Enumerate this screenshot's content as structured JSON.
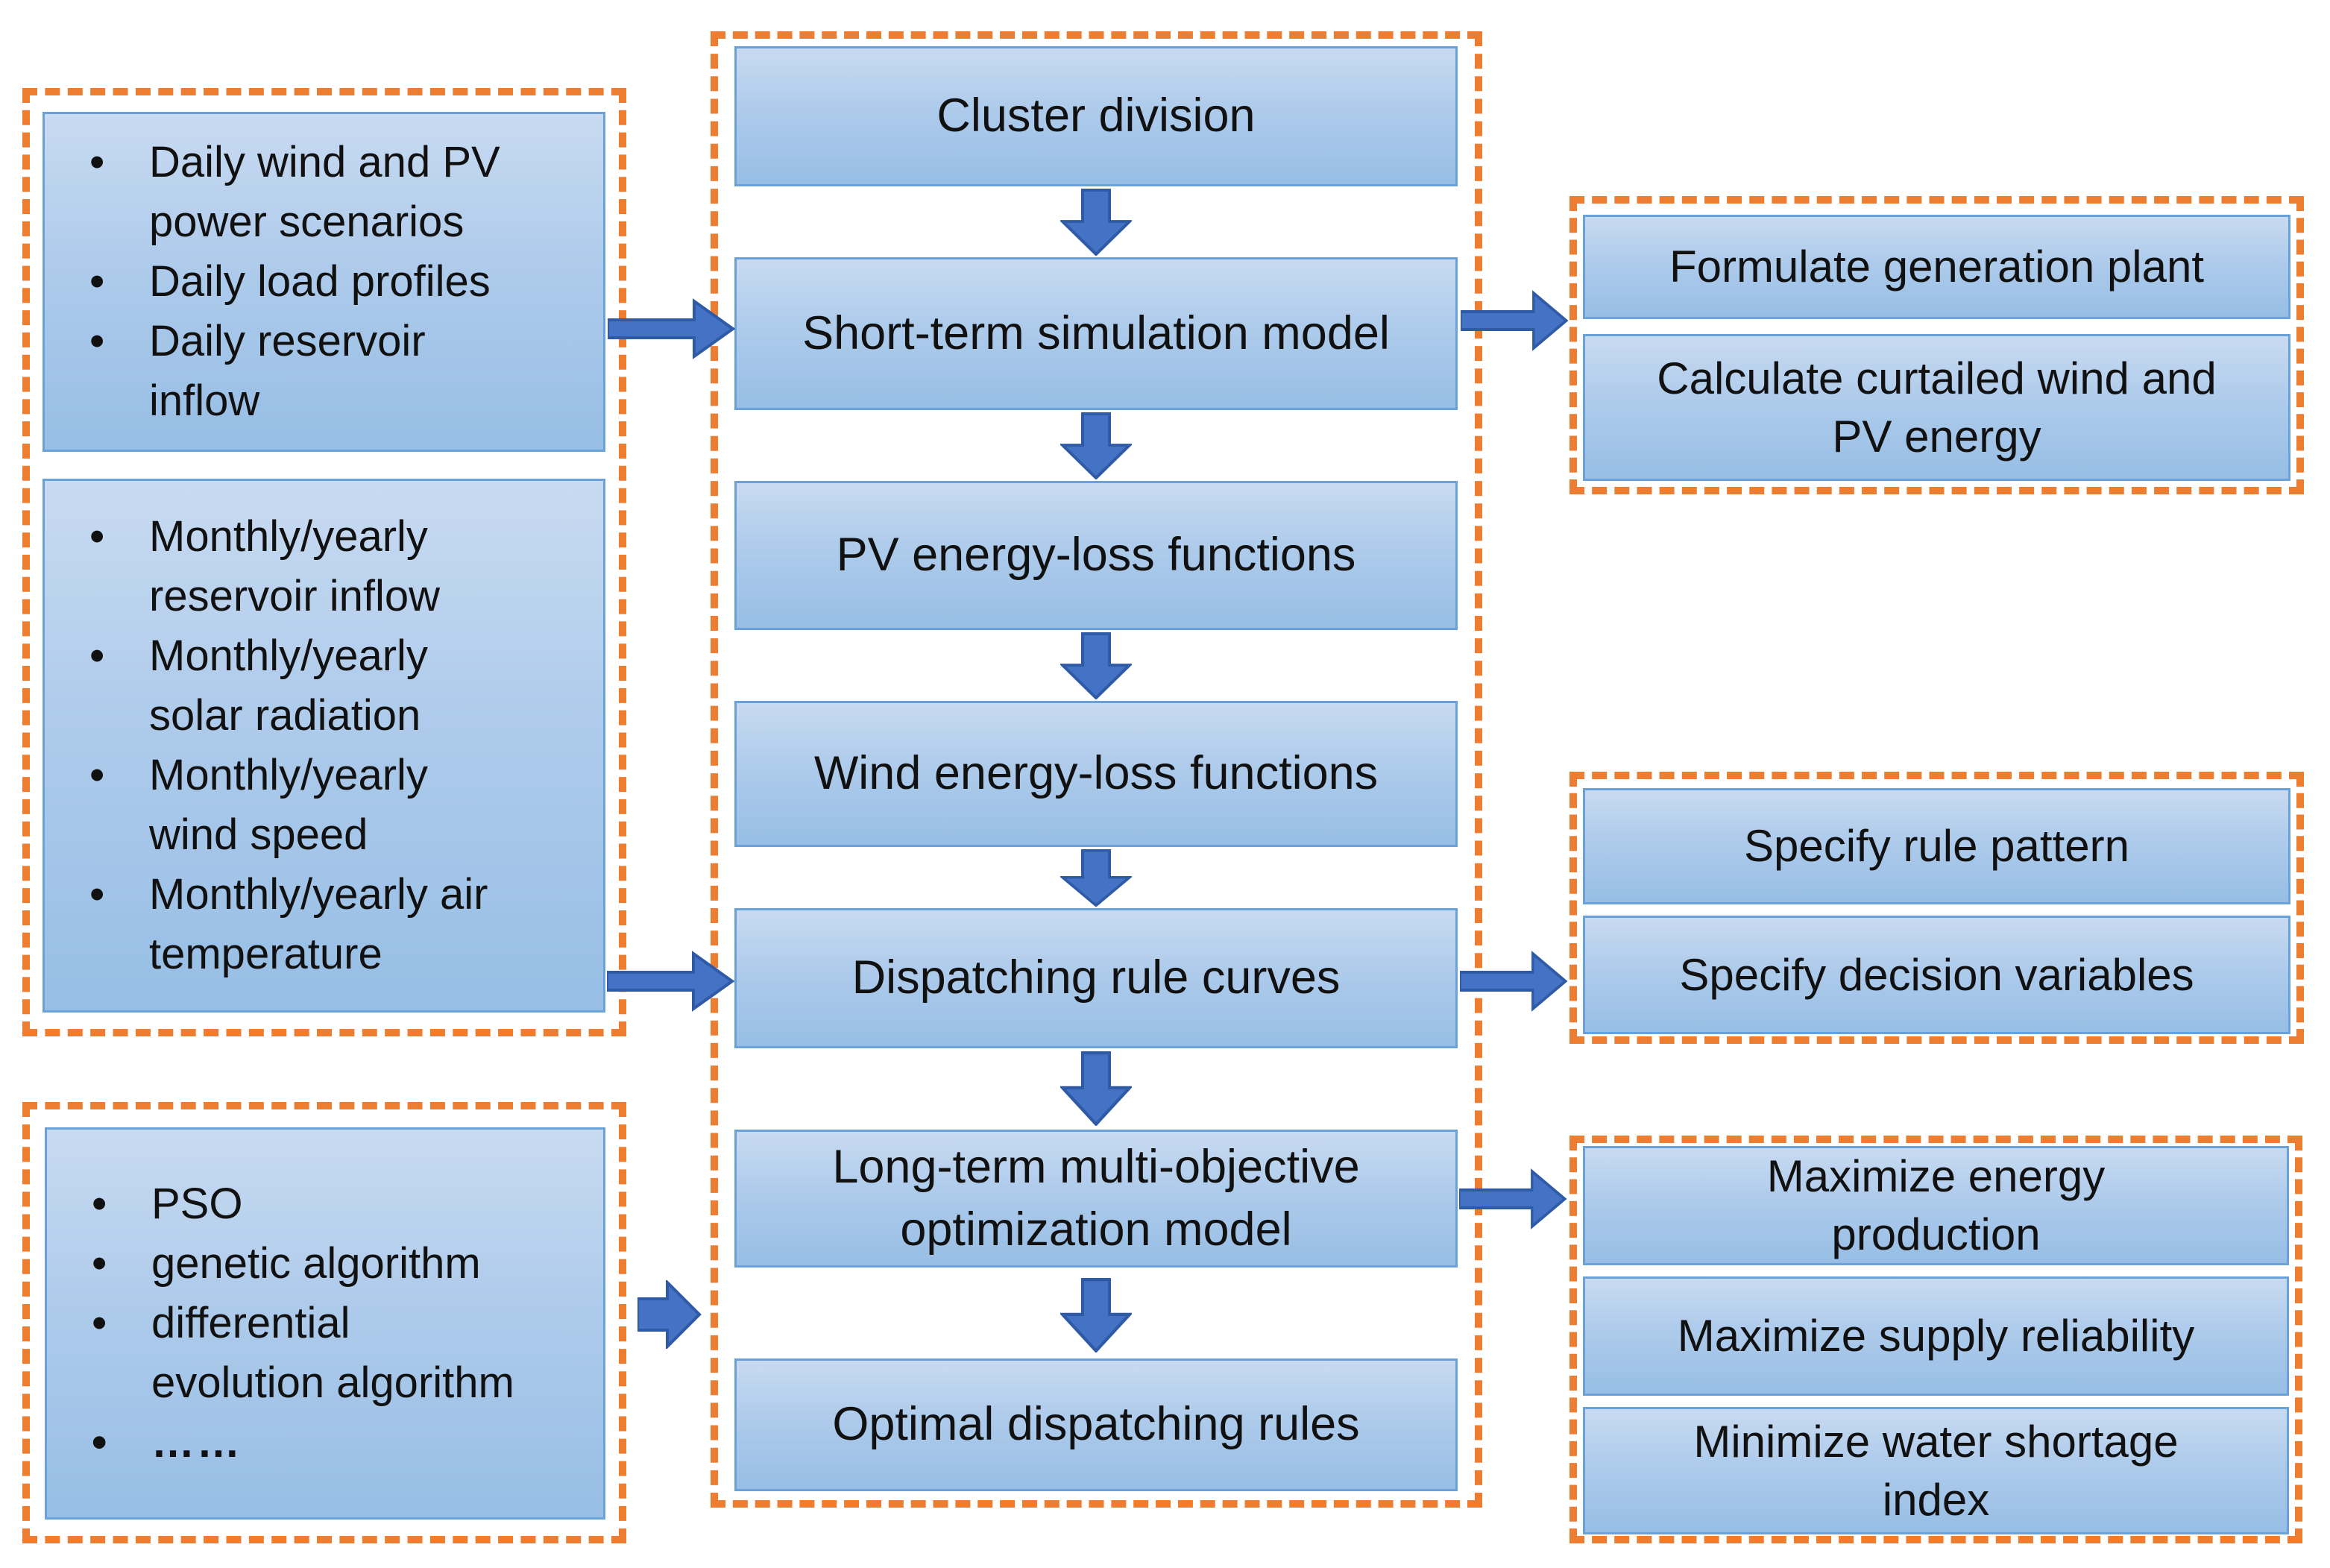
{
  "colors": {
    "dashed_frame": "#ed7d31",
    "node_border": "#6ba1d9",
    "node_fill_top": "#c8daf1",
    "node_fill_bottom": "#97bee5",
    "arrow_fill": "#4472c4",
    "arrow_border": "#2e5aa6",
    "text": "#111111",
    "background": "#ffffff"
  },
  "icons": {
    "flow_arrow_down": "arrow-down",
    "flow_arrow_right": "arrow-right"
  },
  "left": {
    "daily": {
      "items": [
        "Daily wind and PV\npower scenarios",
        "Daily load profiles",
        "Daily reservoir\ninflow"
      ]
    },
    "monthly": {
      "items": [
        "Monthly/yearly\nreservoir inflow",
        "Monthly/yearly\nsolar radiation",
        "Monthly/yearly\nwind speed",
        "Monthly/yearly  air\ntemperature"
      ]
    },
    "algorithms": {
      "items": [
        "PSO",
        "genetic algorithm",
        "differential\nevolution algorithm",
        "……"
      ]
    }
  },
  "center": {
    "steps": [
      {
        "label": "Cluster division"
      },
      {
        "label": "Short-term simulation model"
      },
      {
        "label": "PV energy-loss functions"
      },
      {
        "label": "Wind energy-loss functions"
      },
      {
        "label": "Dispatching rule curves"
      },
      {
        "label": "Long-term multi-objective\noptimization model"
      },
      {
        "label": "Optimal dispatching rules"
      }
    ]
  },
  "right": {
    "simulation_outputs": {
      "items": [
        "Formulate generation plant",
        "Calculate curtailed wind and\nPV energy"
      ]
    },
    "rule_outputs": {
      "items": [
        "Specify rule pattern",
        "Specify decision variables"
      ]
    },
    "objectives": {
      "items": [
        "Maximize energy\nproduction",
        "Maximize supply reliability",
        "Minimize water shortage\nindex"
      ]
    }
  }
}
